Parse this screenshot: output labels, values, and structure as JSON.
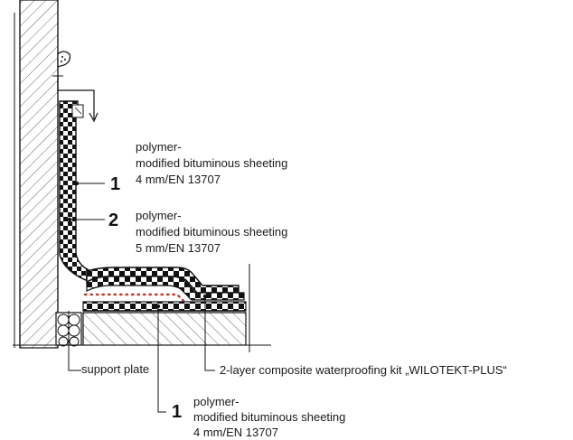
{
  "callouts": [
    {
      "number": "1",
      "lines": [
        "polymer-",
        "modified bituminous sheeting",
        "4 mm/EN 13707"
      ]
    },
    {
      "number": "2",
      "lines": [
        "polymer-",
        "modified bituminous sheeting",
        "5 mm/EN 13707"
      ]
    },
    {
      "number": "1",
      "lines": [
        "polymer-",
        "modified bituminous sheeting",
        "4 mm/EN 13707"
      ]
    }
  ],
  "support_plate_label": "support plate",
  "kit_label": "2-layer composite waterproofing kit „WILOTEKT-PLUS“",
  "colors": {
    "line": "#111111",
    "hatch": "#555555",
    "membrane_dot": "#c0392b"
  }
}
